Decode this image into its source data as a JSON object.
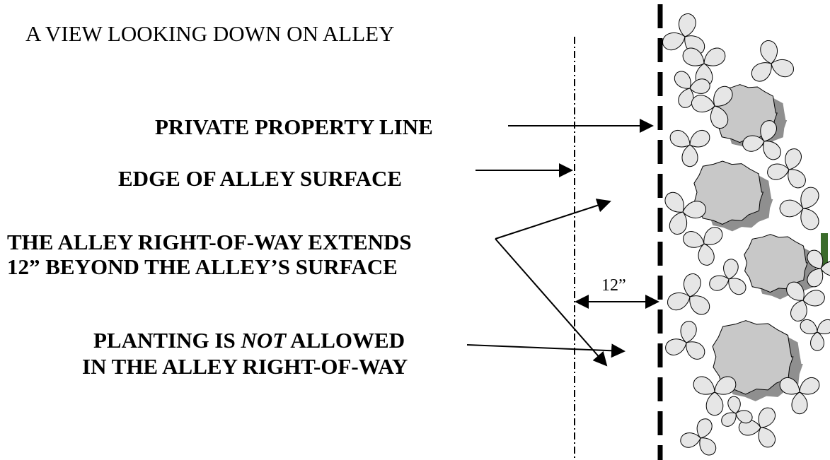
{
  "diagram": {
    "title": "A VIEW LOOKING DOWN ON ALLEY",
    "labels": {
      "property_line": "PRIVATE PROPERTY LINE",
      "alley_edge": "EDGE OF ALLEY SURFACE",
      "row_line1": "THE ALLEY RIGHT-OF-WAY EXTENDS",
      "row_line2": "12” BEYOND THE ALLEY’S SURFACE",
      "planting_line1_a": "PLANTING IS ",
      "planting_line1_em": "NOT",
      "planting_line1_b": " ALLOWED",
      "planting_line2": "IN THE ALLEY RIGHT-OF-WAY"
    },
    "dimension": "12”",
    "colors": {
      "ink": "#000000",
      "shrub_fill": "#c8c8c8",
      "shrub_shadow": "#8f8f8f",
      "leaf_fill": "#e6e6e6",
      "leaf_accent": "#3a6b2a"
    }
  }
}
